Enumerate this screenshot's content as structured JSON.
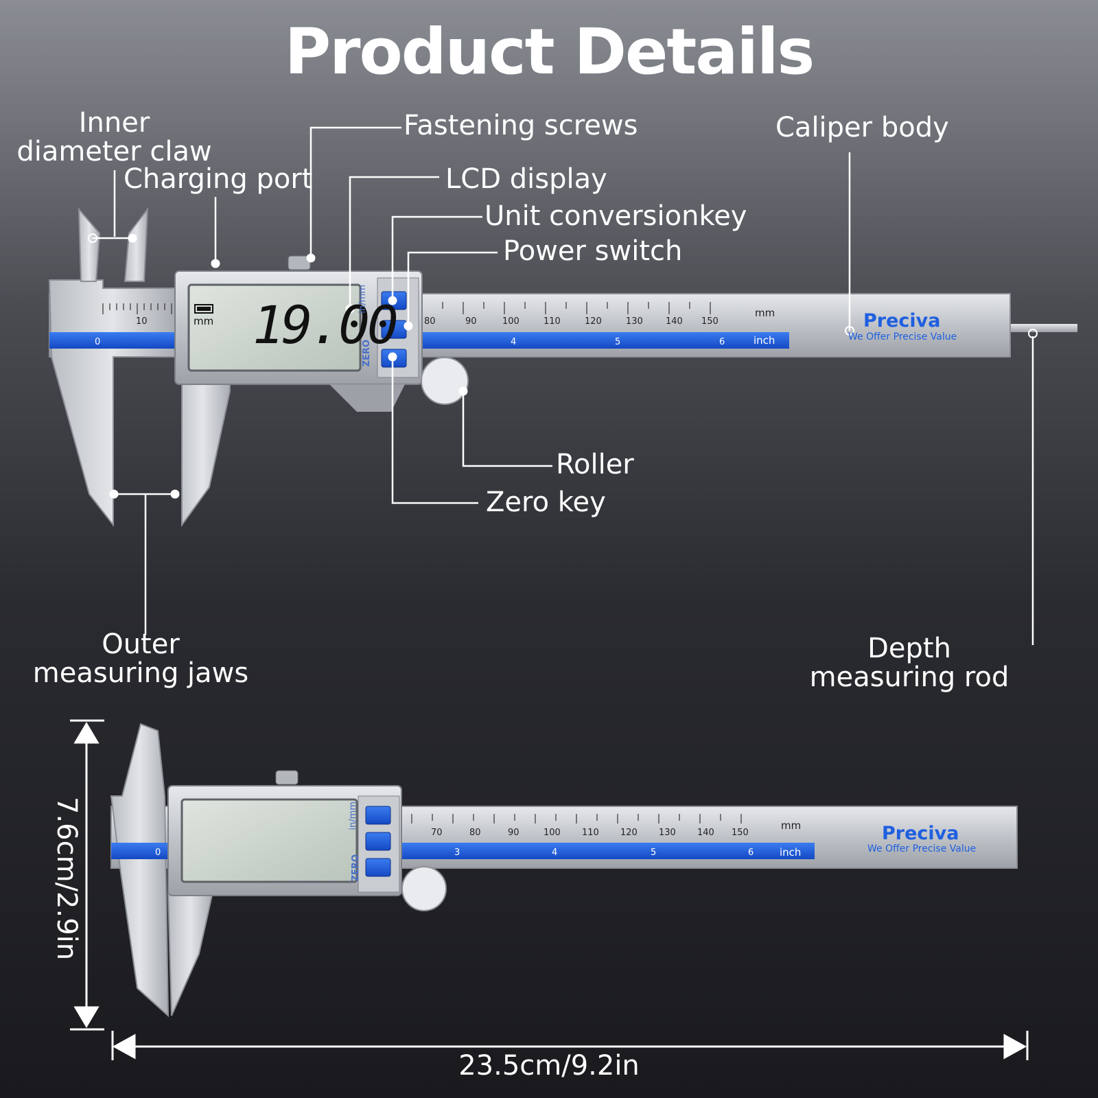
{
  "title": "Product Details",
  "labels": {
    "inner_diameter_claw": "Inner diameter claw",
    "charging_port": "Charging port",
    "fastening_screws": "Fastening screws",
    "lcd_display": "LCD display",
    "unit_conversion_key": "Unit conversionkey",
    "power_switch": "Power switch",
    "caliper_body": "Caliper body",
    "roller": "Roller",
    "zero_key": "Zero key",
    "outer_measuring_jaws": "Outer measuring jaws",
    "depth_measuring_rod": "Depth measuring rod"
  },
  "dimensions": {
    "height": "7.6cm/2.9in",
    "length": "23.5cm/9.2in"
  },
  "caliper_top": {
    "reading": "19.00",
    "unit": "mm",
    "brand": "Preciva",
    "slogan": "We Offer Precise Value",
    "mm_label": "mm",
    "inch_label": "inch",
    "key_labels": [
      "in/mm",
      "ZERO"
    ],
    "mm_scale": [
      "10",
      "80",
      "90",
      "100",
      "110",
      "120",
      "130",
      "140",
      "150"
    ],
    "inch_scale": [
      "0",
      "4",
      "5",
      "6"
    ]
  },
  "caliper_bottom": {
    "brand": "Preciva",
    "slogan": "We Offer Precise Value",
    "mm_label": "mm",
    "inch_label": "inch",
    "key_labels": [
      "in/mm",
      "ZERO"
    ],
    "mm_scale": [
      "70",
      "80",
      "90",
      "100",
      "110",
      "120",
      "130",
      "140",
      "150"
    ],
    "inch_scale": [
      "0",
      "3",
      "4",
      "5",
      "6"
    ]
  },
  "colors": {
    "accent_blue": "#1f5fe0",
    "steel": "#c9ccd1",
    "lcd": "#cfd8d0"
  }
}
